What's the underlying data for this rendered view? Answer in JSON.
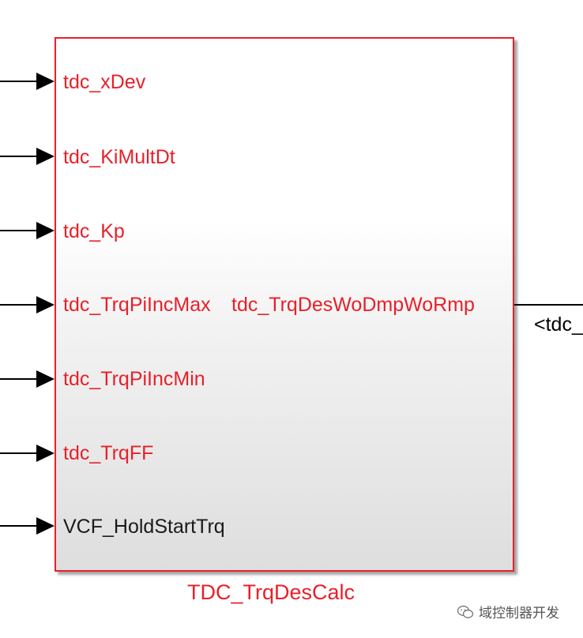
{
  "colors": {
    "accent": "#e8202a",
    "line": "#000000",
    "text": "#1a1a1a"
  },
  "block": {
    "name": "TDC_TrqDesCalc"
  },
  "inports": [
    {
      "label": "tdc_xDev",
      "color": "#e8202a"
    },
    {
      "label": "tdc_KiMultDt",
      "color": "#e8202a"
    },
    {
      "label": "tdc_Kp",
      "color": "#e8202a"
    },
    {
      "label": "tdc_TrqPiIncMax",
      "color": "#e8202a"
    },
    {
      "label": "tdc_TrqPiIncMin",
      "color": "#e8202a"
    },
    {
      "label": "tdc_TrqFF",
      "color": "#e8202a"
    },
    {
      "label": "VCF_HoldStartTrq",
      "color": "#1a1a1a"
    }
  ],
  "outport": {
    "label": "tdc_TrqDesWoDmpWoRmp",
    "color": "#e8202a"
  },
  "signal_label": "<tdc_",
  "watermark": {
    "text": "域控制器开发",
    "icon": "wechat-icon"
  }
}
